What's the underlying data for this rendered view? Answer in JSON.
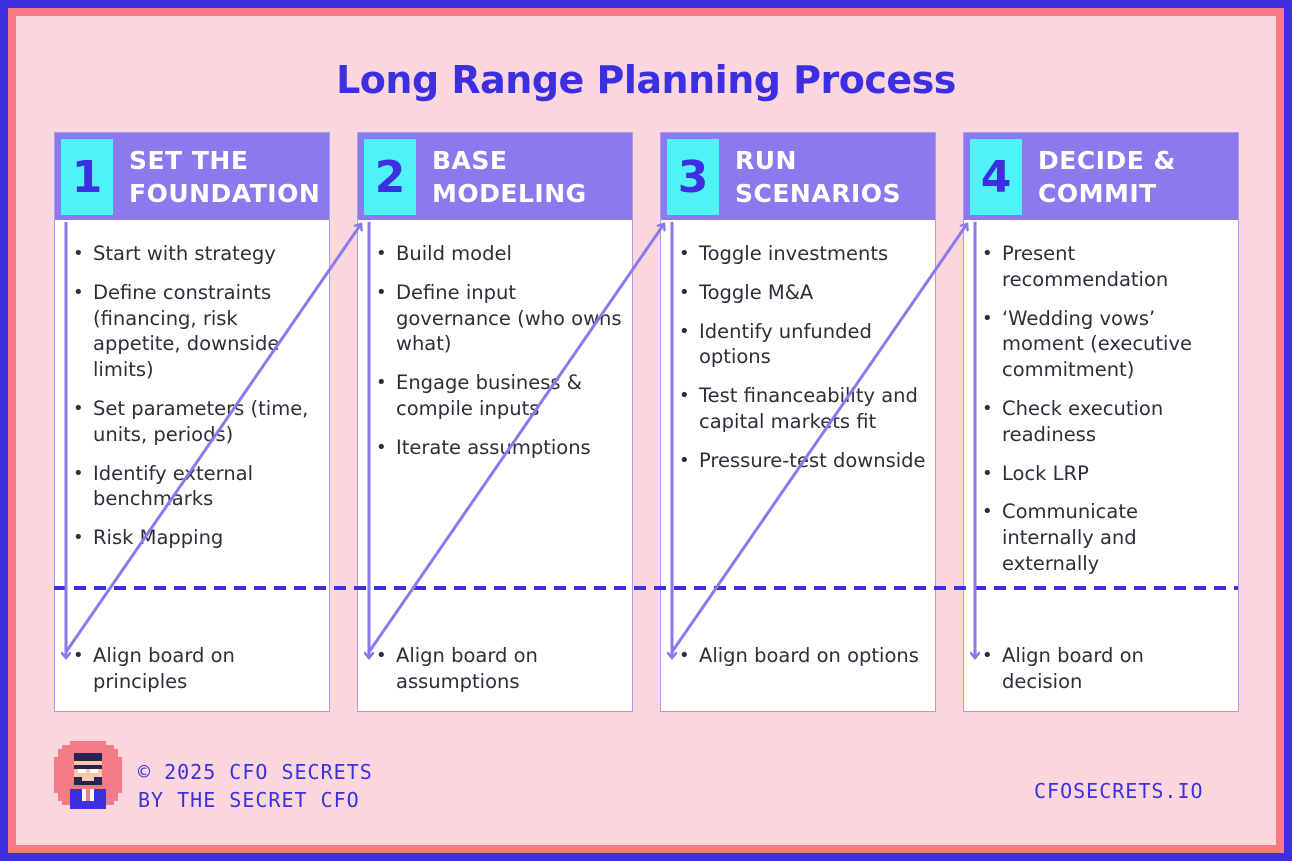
{
  "title": "Long Range Planning Process",
  "colors": {
    "border": "#3b2fe0",
    "frame": "#f47a85",
    "background": "#fcd6dd",
    "header": "#8a7aee",
    "number_badge": "#4ff3f5",
    "arrow": "#8a7aee",
    "divider": "#3b2fe0"
  },
  "steps": [
    {
      "number": "1",
      "title": "SET THE FOUNDATION",
      "bullets": [
        "Start with strategy",
        "Define constraints (financing, risk appetite, downside limits)",
        "Set parameters (time, units, periods)",
        "Identify external benchmarks",
        "Risk Mapping"
      ],
      "final": "Align board on principles"
    },
    {
      "number": "2",
      "title": "BASE MODELING",
      "bullets": [
        "Build model",
        "Define input governance (who owns what)",
        "Engage business & compile inputs",
        "Iterate assumptions"
      ],
      "final": "Align board on assumptions"
    },
    {
      "number": "3",
      "title": "RUN SCENARIOS",
      "bullets": [
        "Toggle investments",
        "Toggle M&A",
        "Identify unfunded options",
        "Test financeability and capital markets fit",
        "Pressure-test downside"
      ],
      "final": "Align board on options"
    },
    {
      "number": "4",
      "title": "DECIDE & COMMIT",
      "bullets": [
        "Present recommendation",
        "‘Wedding vows’ moment (executive commitment)",
        "Check execution readiness",
        "Lock LRP",
        "Communicate internally and externally"
      ],
      "final": "Align board on decision"
    }
  ],
  "footer": {
    "copyright": "© 2025 CFO SECRETS",
    "byline": "BY THE SECRET CFO",
    "site": "CFOSECRETS.IO",
    "avatar_icon": "pixel-avatar-icon"
  }
}
